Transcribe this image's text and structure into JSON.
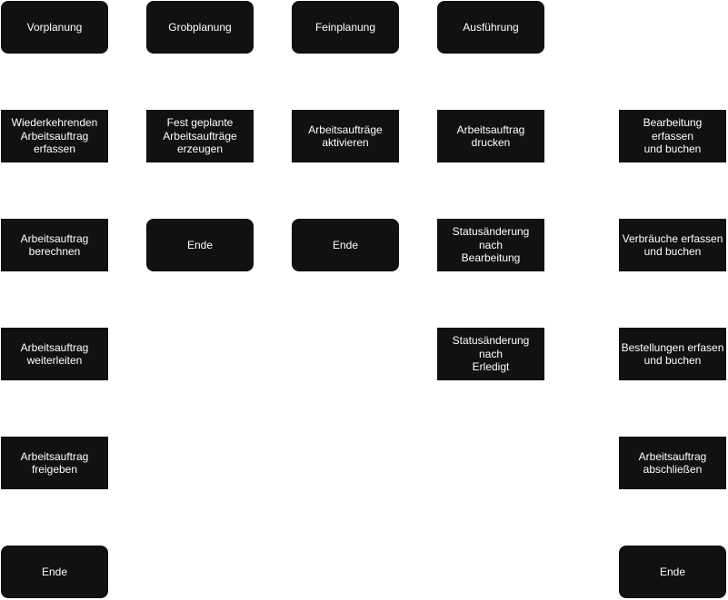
{
  "colors": {
    "node_fill": "#111111",
    "node_text": "#ffffff",
    "background": "#ffffff"
  },
  "columns": {
    "vorplanung": {
      "header": "Vorplanung",
      "steps": [
        "Wiederkehrenden\nArbeitsauftrag\nerfassen",
        "Arbeitsauftrag\nberechnen",
        "Arbeitsauftrag\nweiterleiten",
        "Arbeitsauftrag\nfreigeben"
      ],
      "end": "Ende"
    },
    "grobplanung": {
      "header": "Grobplanung",
      "steps": [
        "Fest geplante\nArbeitsaufträge\nerzeugen"
      ],
      "end": "Ende"
    },
    "feinplanung": {
      "header": "Feinplanung",
      "steps": [
        "Arbeitsaufträge\naktivieren"
      ],
      "end": "Ende"
    },
    "ausfuehrung": {
      "header": "Ausführung",
      "steps": [
        "Arbeitsauftrag\ndrucken",
        "Statusänderung nach\nBearbeitung",
        "Statusänderung nach\nErledigt"
      ]
    },
    "abschluss": {
      "steps": [
        "Bearbeitung erfassen\nund buchen",
        "Verbräuche erfassen\nund buchen",
        "Bestellungen erfasen\nund buchen",
        "Arbeitsauftrag\nabschließen"
      ],
      "end": "Ende"
    }
  }
}
